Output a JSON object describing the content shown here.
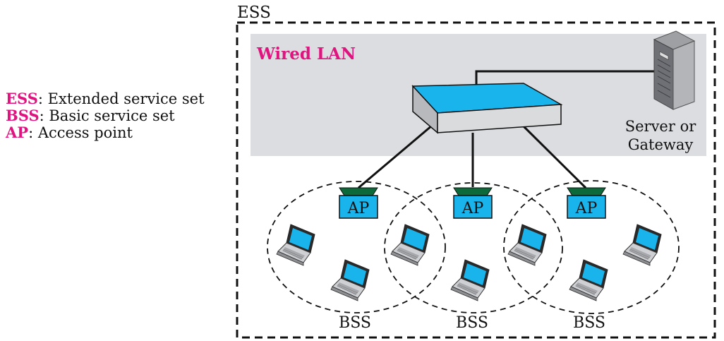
{
  "ess_label": "ESS",
  "wired_lan_label": "Wired LAN",
  "server_label_lines": [
    "Server or",
    "Gateway"
  ],
  "legend": [
    {
      "abbr": "ESS",
      "desc": ": Extended service set"
    },
    {
      "abbr": "BSS",
      "desc": ": Basic service set"
    },
    {
      "abbr": "AP",
      "desc": ": Access point"
    }
  ],
  "access_points": [
    {
      "label": "AP"
    },
    {
      "label": "AP"
    },
    {
      "label": "AP"
    }
  ],
  "bss_labels": [
    "BSS",
    "BSS",
    "BSS"
  ],
  "colors": {
    "accent": "#e0137f",
    "wired_lan_bg": "#dcdde0",
    "switch_top": "#19b4ec",
    "switch_side": "#c8c9cc",
    "ap_roof": "#0c6a3a",
    "ap_body": "#19b4ec",
    "laptop_screen": "#19b4ec"
  },
  "icons": {
    "switch": "switch-icon",
    "server": "server-icon",
    "access_point": "access-point-icon",
    "laptop": "laptop-icon"
  }
}
